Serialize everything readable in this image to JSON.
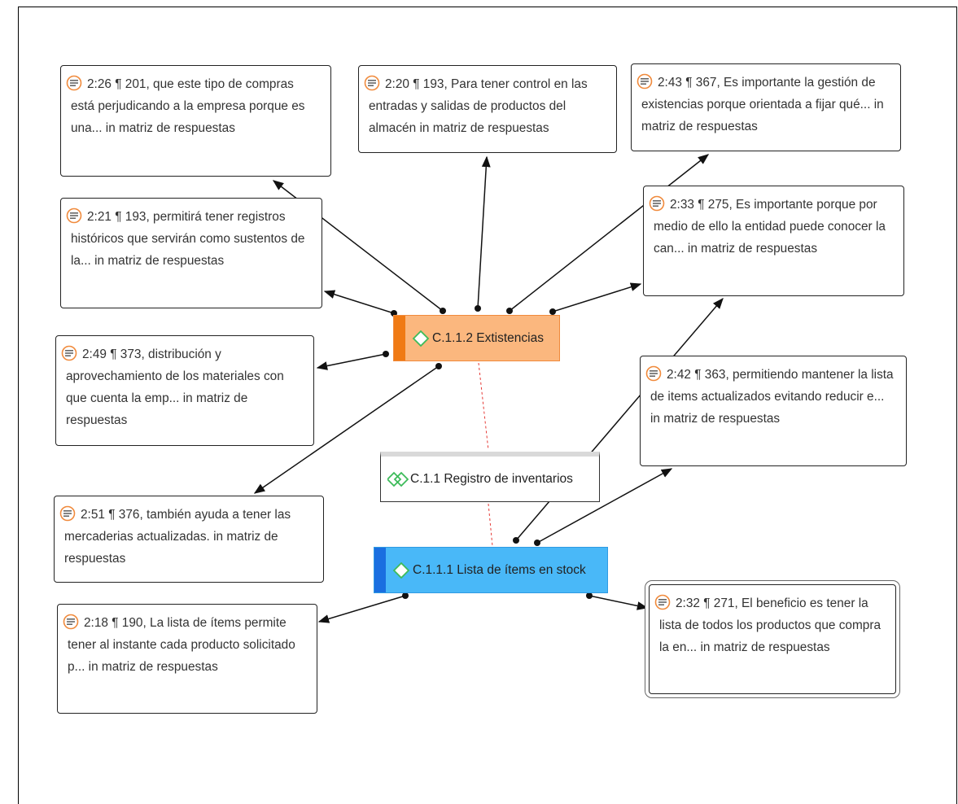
{
  "colors": {
    "extistencias_fill": "#fbb77e",
    "extistencias_bar": "#f07a14",
    "lista_fill": "#49b8f8",
    "lista_bar": "#1a6fe0",
    "quote_icon": "#f08a3c",
    "code_icon": "#3dbb5a",
    "link_dashed": "#e53935"
  },
  "codes": {
    "extistencias": {
      "label": "C.1.1.2 Extistencias",
      "icon": "diamond-code-icon"
    },
    "lista": {
      "label": "C.1.1.1 Lista de ítems en stock",
      "icon": "diamond-code-icon"
    },
    "registro": {
      "label": "C.1.1 Registro de inventarios",
      "icon": "code-group-icon"
    }
  },
  "quotes": {
    "q2_26": "2:26 ¶ 201, que este tipo de compras está perjudicando a la empresa porque es una... in matriz de respuestas",
    "q2_20": "2:20 ¶ 193, Para tener control en las entradas y salidas de productos del almacén in matriz de respuestas",
    "q2_43": "2:43 ¶ 367, Es importante la gestión de existencias porque  orientada a fijar qué... in matriz de respuestas",
    "q2_21": "2:21 ¶ 193, permitirá tener registros históricos que servirán como sustentos de la... in matriz de respuestas",
    "q2_33": "2:33 ¶ 275, Es importante porque por medio de ello la entidad puede conocer la can... in matriz de respuestas",
    "q2_49": "2:49 ¶ 373, distribución y aprovechamiento de los materiales con que cuenta la emp... in matriz de respuestas",
    "q2_42": "2:42 ¶ 363, permitiendo mantener la lista de items actualizados evitando reducir e... in matriz de respuestas",
    "q2_51": "2:51 ¶ 376, también ayuda a tener las mercaderias actualizadas. in matriz de respuestas",
    "q2_18": "2:18 ¶ 190, La lista de ítems permite tener al instante cada producto solicitado p... in matriz de respuestas",
    "q2_32": "2:32 ¶ 271, El beneficio es tener la lista de todos los productos que compra la en... in matriz de respuestas"
  }
}
